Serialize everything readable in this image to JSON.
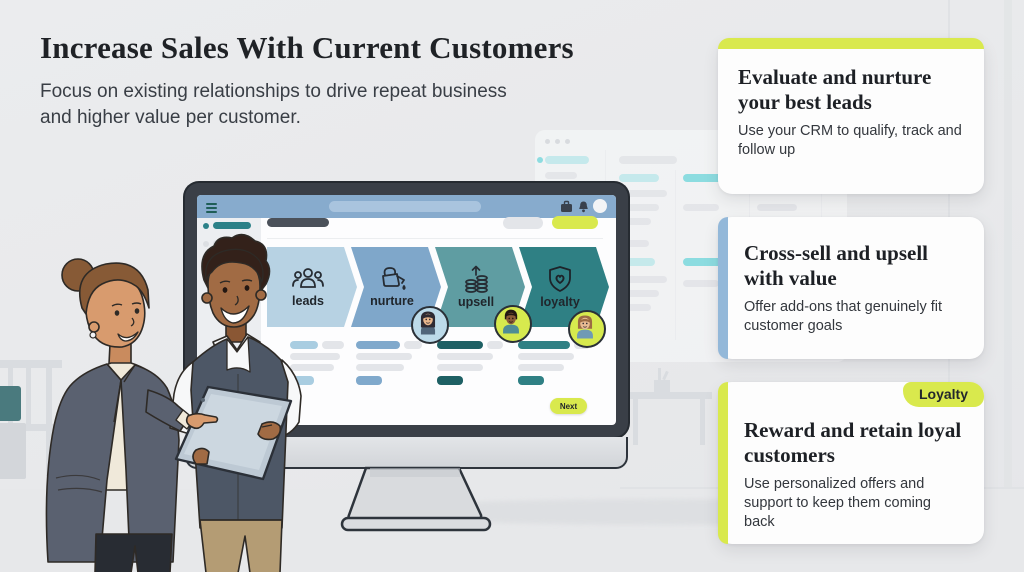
{
  "header": {
    "title": "Increase Sales With Current Customers",
    "subtitle": "Focus on existing relationships to drive repeat business\nand higher value per customer."
  },
  "cards": [
    {
      "accent": "top",
      "accent_color": "#d9e94d",
      "title": "Evaluate and nurture your best leads",
      "body": "Use your CRM to qualify, track and follow up"
    },
    {
      "accent": "left",
      "accent_color": "#93b8d9",
      "title": "Cross-sell and upsell with value",
      "body": "Offer add-ons that genuinely fit customer goals"
    },
    {
      "accent": "left",
      "accent_color": "#d9e94d",
      "badge": "Loyalty",
      "title": "Reward and retain loyal customers",
      "body": "Use personalized offers and support to keep them coming back"
    }
  ],
  "monitor": {
    "funnel": {
      "stages": [
        {
          "label": "leads",
          "color": "#b7d2e3",
          "icon": "people-group-icon"
        },
        {
          "label": "nurture",
          "color": "#7fa7ca",
          "icon": "watering-can-icon"
        },
        {
          "label": "upsell",
          "color": "#5f9da2",
          "icon": "coins-growth-icon"
        },
        {
          "label": "loyalty",
          "color": "#2f8084",
          "icon": "shield-heart-icon"
        }
      ]
    },
    "next_button": "Next"
  },
  "colors": {
    "accent_lime": "#d9e94d",
    "accent_blue": "#93b8d9",
    "topbar_blue": "#87abcd",
    "teal_dark": "#1e6064",
    "teal": "#2f8084",
    "row_blue": "#80a9cc",
    "avatar_blue_bg": "#bcdae9",
    "avatar_lime_bg": "#d7ea4e",
    "background": "#e9eaec"
  }
}
